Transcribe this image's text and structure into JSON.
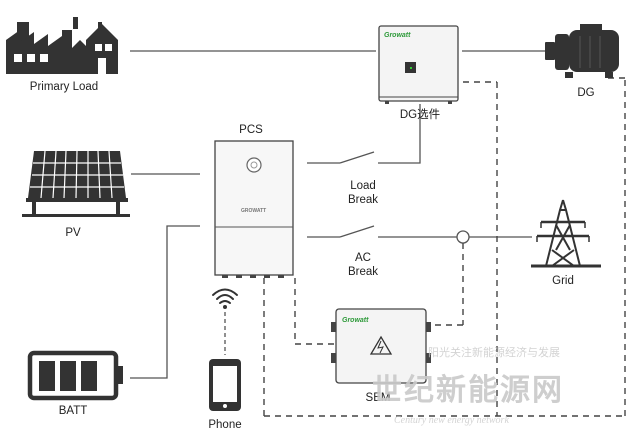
{
  "labels": {
    "primary_load": "Primary Load",
    "pcs": "PCS",
    "pv": "PV",
    "batt": "BATT",
    "phone": "Phone",
    "dg_option": "DG选件",
    "dg": "DG",
    "load_break_1": "Load",
    "load_break_2": "Break",
    "ac_break_1": "AC",
    "ac_break_2": "Break",
    "grid": "Grid",
    "sem": "SEM"
  },
  "brand": {
    "growatt": "Growatt",
    "growatt_caps": "GROWATT"
  },
  "watermark": {
    "cn_small": "阳光关注新能源经济与发展",
    "cn_big": "世纪新能源网",
    "en": "Century new energy network"
  },
  "colors": {
    "line": "#555555",
    "dark_icon": "#333333",
    "brand_green": "#2e9a3a",
    "device_border": "#444444"
  }
}
